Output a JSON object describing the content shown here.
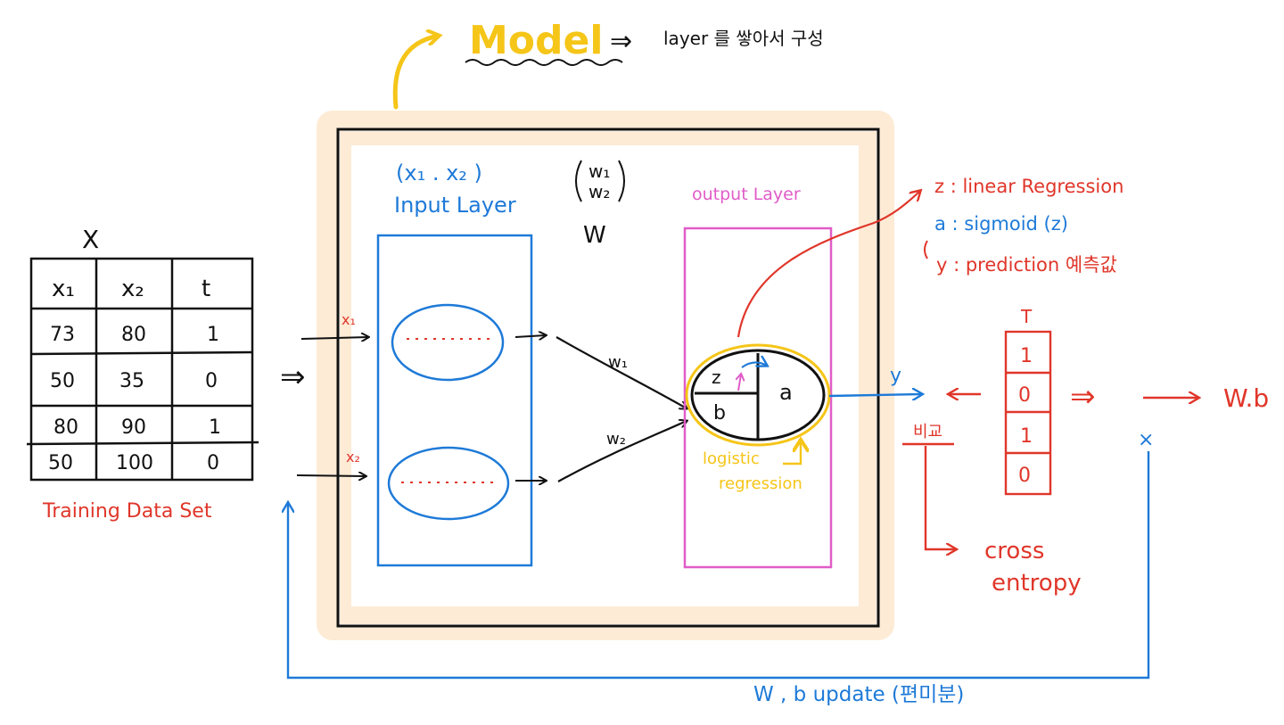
{
  "model": {
    "title": "Model",
    "arrow": "⇒",
    "description": "layer 를 쌓아서 구성"
  },
  "table": {
    "header_label": "X",
    "columns": [
      "x₁",
      "x₂",
      "t"
    ],
    "rows": [
      [
        "73",
        "80",
        "1"
      ],
      [
        "50",
        "35",
        "0"
      ],
      [
        "80",
        "90",
        "1"
      ],
      [
        "50",
        "100",
        "0"
      ]
    ],
    "caption": "Training Data Set"
  },
  "input_layer": {
    "vector": "(x₁ . x₂ )",
    "title": "Input Layer",
    "x1_label": "x₁",
    "x2_label": "x₂"
  },
  "weights": {
    "w1": "w₁",
    "w2": "w₂",
    "matrix_label": "W",
    "edge_w1": "w₁",
    "edge_w2": "w₂"
  },
  "output_layer": {
    "title": "output Layer",
    "z": "z",
    "b": "b",
    "a": "a",
    "logistic_1": "logistic",
    "logistic_2": "regression"
  },
  "legend": {
    "z": "z : linear Regression",
    "a": "a : sigmoid (z)",
    "y": "y : prediction 예측값"
  },
  "flow": {
    "implies": "⇒",
    "y_label": "y",
    "compare": "비교",
    "t_label": "T",
    "t_values": [
      "1",
      "0",
      "1",
      "0"
    ],
    "result_arrow": "⇒",
    "x_mark": "×",
    "wb": "W.b",
    "cross_1": "cross",
    "cross_2": "entropy",
    "update": "W , b update (편미분)"
  },
  "colors": {
    "yellow": "#f5c518",
    "red": "#e0362a",
    "blue": "#1e7ad8",
    "pink": "#e05cc8",
    "frame_fill": "#fdebd6",
    "black": "#111111"
  }
}
